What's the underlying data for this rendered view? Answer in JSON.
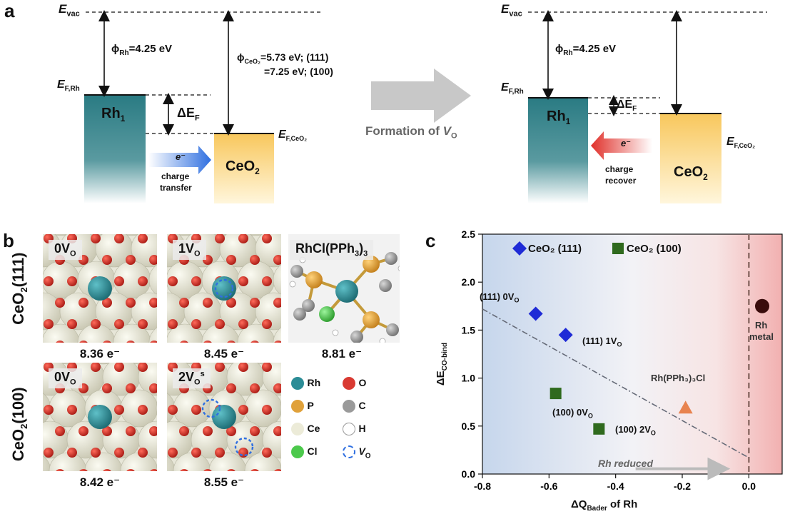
{
  "panel_a": {
    "letter": "a",
    "left": {
      "evac": "E",
      "evac_sub": "vac",
      "phi_rh": "ϕ",
      "phi_rh_sub": "Rh",
      "phi_rh_val": "=4.25 eV",
      "phi_ceo2": "ϕ",
      "phi_ceo2_sub": "CeO₂",
      "phi_ceo2_val": "=5.73 eV; (111)",
      "phi_ceo2_val2": "=7.25 eV; (100)",
      "ef_rh": "E",
      "ef_rh_sub": "F,Rh",
      "delta_ef": "ΔE",
      "delta_ef_sub": "F",
      "rh_box": "Rh",
      "rh_box_sub": "1",
      "ef_ceo2": "E",
      "ef_ceo2_sub": "F,CeO₂",
      "ceo2_box": "CeO",
      "ceo2_box_sub": "2",
      "electron": "e⁻",
      "arrow_caption_1": "charge",
      "arrow_caption_2": "transfer"
    },
    "middle": {
      "text": "Formation of ",
      "vo": "V",
      "vo_sub": "O"
    },
    "right": {
      "evac": "E",
      "evac_sub": "vac",
      "phi_rh": "ϕ",
      "phi_rh_sub": "Rh",
      "phi_rh_val": "=4.25 eV",
      "ef_rh": "E",
      "ef_rh_sub": "F,Rh",
      "delta_ef": "ΔE",
      "delta_ef_sub": "F",
      "rh_box": "Rh",
      "rh_box_sub": "1",
      "ef_ceo2": "E",
      "ef_ceo2_sub": "F,CeO₂",
      "ceo2_box": "CeO",
      "ceo2_box_sub": "2",
      "electron": "e⁻",
      "arrow_caption_1": "charge",
      "arrow_caption_2": "recover"
    },
    "colors": {
      "rh_top": "#2a7b83",
      "rh_bottom": "#ffffff",
      "ceo2_top": "#f8c75c",
      "ceo2_bottom": "#fff6dc",
      "blue_arrow": "#2f6fe0",
      "red_arrow": "#e0302a",
      "gray_arrow": "#c8c8c8"
    }
  },
  "panel_b": {
    "letter": "b",
    "row1_label": "CeO",
    "row1_sub": "2",
    "row1_suffix": "(111)",
    "row2_label": "CeO",
    "row2_sub": "2",
    "row2_suffix": "(100)",
    "tiles": [
      {
        "label": "0V",
        "label_sub": "O",
        "charge": "8.36 e⁻"
      },
      {
        "label": "1V",
        "label_sub": "O",
        "charge": "8.45 e⁻"
      },
      {
        "label": "RhCl(PPh",
        "label_sub": "3",
        "label_end": ")",
        "label_sub2": "3",
        "charge": "8.81 e⁻"
      },
      {
        "label": "0V",
        "label_sub": "O",
        "charge": "8.42 e⁻"
      },
      {
        "label": "2V",
        "label_sub": "O",
        "label_sup": "s",
        "charge": "8.55 e⁻"
      }
    ],
    "legend": [
      {
        "label": "Rh",
        "color": "#2b8c96"
      },
      {
        "label": "O",
        "color": "#d93a32"
      },
      {
        "label": "P",
        "color": "#e0a13a"
      },
      {
        "label": "C",
        "color": "#9a9a9a"
      },
      {
        "label": "Ce",
        "color": "#ecebd8"
      },
      {
        "label": "H",
        "color": "#ffffff"
      },
      {
        "label": "Cl",
        "color": "#4cc94c"
      },
      {
        "label": "V",
        "label_sub": "O",
        "color": "#2f6fe0"
      }
    ]
  },
  "panel_c": {
    "letter": "c",
    "legend_111": "CeO₂ (111)",
    "legend_100": "CeO₂ (100)",
    "rh_metal_1": "Rh",
    "rh_metal_2": "metal",
    "rh_reduced": "Rh reduced",
    "point_labels": {
      "p111_0": "(111) 0V",
      "p111_0_sub": "O",
      "p111_1": "(111) 1V",
      "p111_1_sub": "O",
      "p100_0": "(100) 0V",
      "p100_0_sub": "O",
      "p100_2": "(100) 2V",
      "p100_2_sub": "O",
      "rhcl": "Rh(PPh₃)₃Cl"
    },
    "ylabel": "ΔE",
    "ylabel_sub": "CO-bind",
    "xlabel": "ΔQ",
    "xlabel_sub": "Bader",
    "xlabel_end": " of Rh",
    "colors": {
      "ceo2_111": "#1f2bd6",
      "ceo2_100": "#2f6a1e",
      "rhcl": "#e8834f",
      "rh_metal": "#3a0c0c"
    }
  },
  "chart_data": {
    "type": "scatter",
    "xlim": [
      -0.8,
      0.1
    ],
    "ylim": [
      0.0,
      2.5
    ],
    "x_ticks": [
      -0.8,
      -0.6,
      -0.4,
      -0.2,
      0.0
    ],
    "x_tick_labels": [
      "-0.8",
      "-0.6",
      "-0.4",
      "-0.2",
      "0.0"
    ],
    "y_ticks": [
      0.0,
      0.5,
      1.0,
      1.5,
      2.0,
      2.5
    ],
    "y_tick_labels": [
      "0.0",
      "0.5",
      "1.0",
      "1.5",
      "2.0",
      "2.5"
    ],
    "series": [
      {
        "name": "CeO₂ (111)",
        "marker": "diamond",
        "color": "#1f2bd6",
        "points": [
          {
            "x": -0.64,
            "y": 1.67
          },
          {
            "x": -0.55,
            "y": 1.45
          }
        ]
      },
      {
        "name": "CeO₂ (100)",
        "marker": "square",
        "color": "#2f6a1e",
        "points": [
          {
            "x": -0.58,
            "y": 0.84
          },
          {
            "x": -0.45,
            "y": 0.47
          }
        ]
      },
      {
        "marker": "triangle",
        "color": "#e8834f",
        "points": [
          {
            "x": -0.19,
            "y": 0.69
          }
        ]
      },
      {
        "marker": "circle",
        "color": "#3a0c0c",
        "points": [
          {
            "x": 0.04,
            "y": 1.75
          }
        ]
      }
    ],
    "trendline": {
      "from": {
        "x": -0.8,
        "y": 1.72
      },
      "to": {
        "x": 0.0,
        "y": 0.17
      }
    },
    "vertical_line_x": 0.0
  }
}
